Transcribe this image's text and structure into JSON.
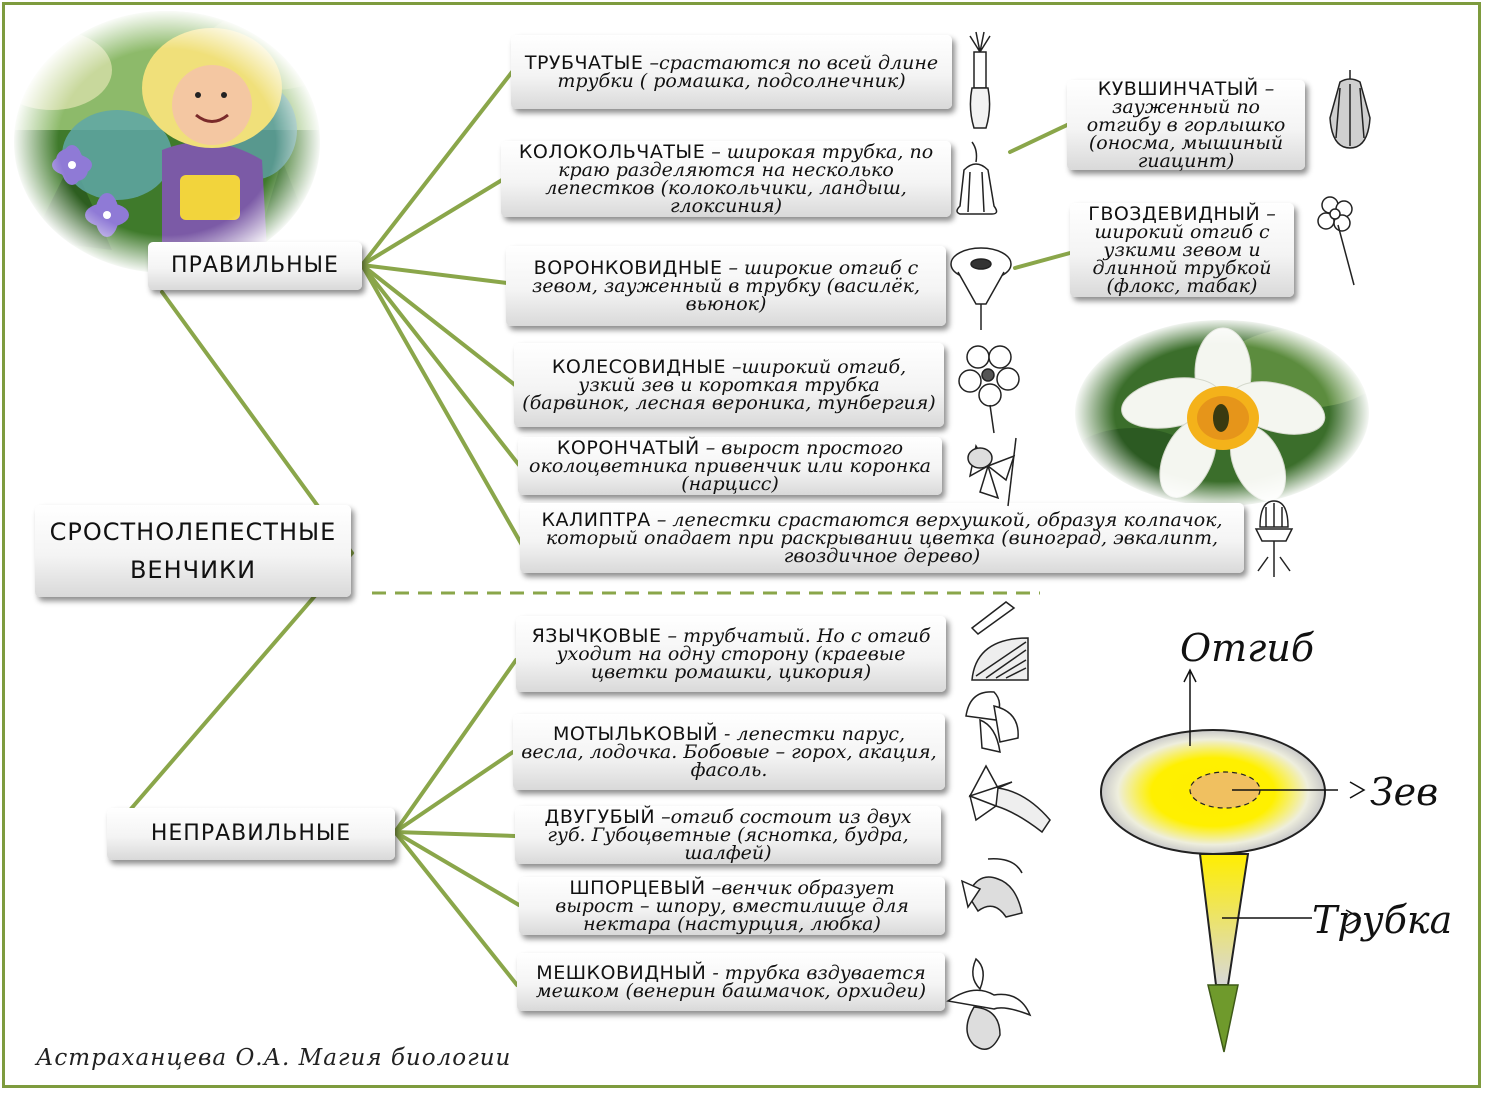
{
  "root": {
    "line1": "СРОСТНОЛЕПЕСТНЫЕ",
    "line2": "ВЕНЧИКИ"
  },
  "branches": {
    "regular": "ПРАВИЛЬНЫЕ",
    "irregular": "НЕПРАВИЛЬНЫЕ"
  },
  "regular_items": [
    {
      "head": "ТРУБЧАТЫЕ",
      "text": " –срастаются по всей длине  трубки ( ромашка, подсолнечник)"
    },
    {
      "head": "КОЛОКОЛЬЧАТЫЕ",
      "text": " – широкая трубка, по краю разделяются на несколько лепестков (колокольчики, ландыш, глоксиния)"
    },
    {
      "head": "ВОРОНКОВИДНЫЕ",
      "text": " – широкие отгиб с зевом, зауженный в трубку (василёк, вьюнок)"
    },
    {
      "head": "КОЛЕСОВИДНЫЕ",
      "text": " –широкий отгиб, узкий зев и короткая трубка (барвинок, лесная вероника, тунбергия)"
    },
    {
      "head": "КОРОНЧАТЫЙ",
      "text": " – вырост простого околоцветника привенчик или коронка (нарцисс)"
    },
    {
      "head": "КАЛИПТРА",
      "text": " – лепестки срастаются верхушкой, образуя колпачок, который опадает при раскрывании цветка (виноград, эвкалипт, гвоздичное дерево)"
    }
  ],
  "sub_items": [
    {
      "head": "КУВШИНЧАТЫЙ",
      "text": " – зауженный по отгибу в горлышко (оносма, мышиный гиацинт)"
    },
    {
      "head": "ГВОЗДЕВИДНЫЙ",
      "text": " –широкий отгиб с узкими зевом и длинной трубкой (флокс, табак)"
    }
  ],
  "irregular_items": [
    {
      "head": "ЯЗЫЧКОВЫЕ",
      "text": " – трубчатый. Но с отгиб  уходит на одну сторону (краевые цветки ромашки, цикория)"
    },
    {
      "head": "МОТЫЛЬКОВЫЙ",
      "text": " -  лепестки парус, весла, лодочка.  Бобовые – горох, акация,  фасоль."
    },
    {
      "head": "ДВУГУБЫЙ",
      "text": " –отгиб состоит из двух губ. Губоцветные (яснотка, будра, шалфей)"
    },
    {
      "head": "ШПОРЦЕВЫЙ",
      "text": " –венчик образует вырост – шпору, вместилище для нектара (настурция, любка)"
    },
    {
      "head": "МЕШКОВИДНЫЙ",
      "text": " -  трубка вздувается мешком (венерин башмачок, орхидеи)"
    }
  ],
  "schema": {
    "limb": "Отгиб",
    "throat": "Зев",
    "tube": "Трубка"
  },
  "credit": "Астраханцева О.А. Магия биологии",
  "colors": {
    "connector": "#8aa64a",
    "frame": "#7e9b3e",
    "yellow": "#ffee00",
    "tip": "#6f9a2c"
  },
  "illustrations": [
    "tubular-flower-sketch",
    "bell-flower-sketch",
    "jug-flower-sketch",
    "funnel-flower-sketch",
    "clove-flower-sketch",
    "wheel-flower-sketch",
    "daffodil-photo",
    "daffodil-sketch",
    "calyptra-sketch",
    "ligulate-flower-sketch",
    "papilionaceous-flower-sketch",
    "bilabiate-flower-sketch",
    "spurred-flower-sketch",
    "slipper-orchid-sketch",
    "fairy-doll-photo"
  ]
}
